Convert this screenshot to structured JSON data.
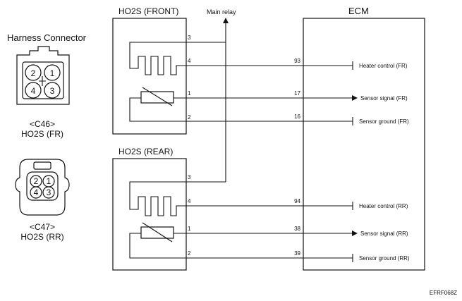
{
  "harness": {
    "title": "Harness Connector",
    "front": {
      "code": "<C46>",
      "name": "HO2S (FR)",
      "pins": [
        "2",
        "1",
        "4",
        "3"
      ]
    },
    "rear": {
      "code": "<C47>",
      "name": "HO2S (RR)",
      "pins": [
        "2",
        "1",
        "4",
        "3"
      ]
    }
  },
  "sensor_front": {
    "title": "HO2S (FRONT)",
    "pins": {
      "heater_supply": "3",
      "heater_ctrl": "4",
      "signal": "1",
      "ground": "2"
    }
  },
  "sensor_rear": {
    "title": "HO2S (REAR)",
    "pins": {
      "heater_supply": "3",
      "heater_ctrl": "4",
      "signal": "1",
      "ground": "2"
    }
  },
  "main_relay": "Main relay",
  "ecm": {
    "title": "ECM",
    "front": {
      "heater_pin": "93",
      "heater_label": "Heater control (FR)",
      "signal_pin": "17",
      "signal_label": "Sensor signal (FR)",
      "ground_pin": "16",
      "ground_label": "Sensor ground (FR)"
    },
    "rear": {
      "heater_pin": "94",
      "heater_label": "Heater control (RR)",
      "signal_pin": "38",
      "signal_label": "Sensor signal (RR)",
      "ground_pin": "39",
      "ground_label": "Sensor ground (RR)"
    }
  },
  "figure_code": "EFRF068Z"
}
